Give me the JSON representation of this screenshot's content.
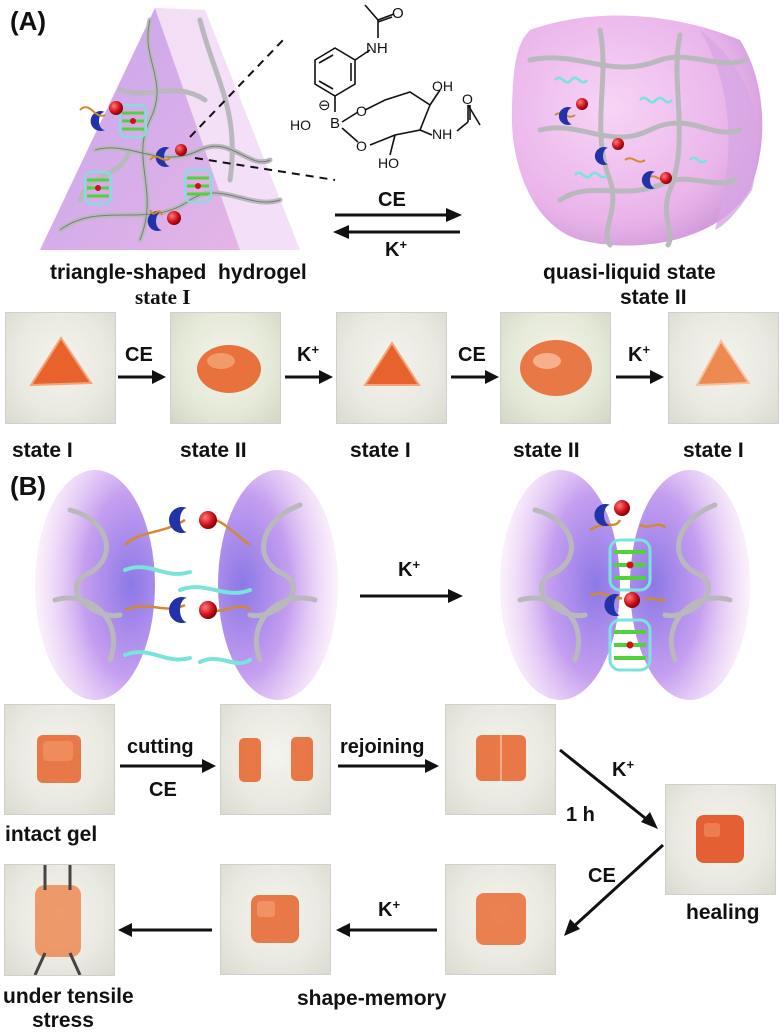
{
  "panel_a": {
    "letter": "(A)",
    "forward_reagent": "CE",
    "reverse_reagent": "K",
    "reverse_charge": "+",
    "left_caption_line1": "triangle-shaped  hydrogel",
    "left_caption_line2": "state I",
    "right_caption_line1": "quasi-liquid state",
    "right_caption_line2": "state II",
    "chem": {
      "carbonyl_o": "O",
      "nh_top": "NH",
      "boron": "B",
      "boron_charge": "⊖",
      "ho_left": "HO",
      "ring_o1": "O",
      "ring_o2": "O",
      "oh_top": "OH",
      "nh_right": "NH",
      "carbonyl_o2": "O",
      "oh_bottom": "HO"
    },
    "photo_row": {
      "states": [
        "state I",
        "state II",
        "state I",
        "state II",
        "state I"
      ],
      "arrows": [
        {
          "label": "CE",
          "charge": ""
        },
        {
          "label": "K",
          "charge": "+"
        },
        {
          "label": "CE",
          "charge": ""
        },
        {
          "label": "K",
          "charge": "+"
        }
      ]
    }
  },
  "panel_b": {
    "letter": "(B)",
    "reagent": "K",
    "reagent_charge": "+",
    "flow": {
      "cutting_label": "cutting",
      "cutting_reagent": "CE",
      "rejoining_label": "rejoining",
      "k_label": "K",
      "k_charge": "+",
      "time_label": "1 h",
      "ce_label": "CE",
      "k2_label": "K",
      "k2_charge": "+",
      "intact_caption": "intact gel",
      "healing_caption": "healing",
      "shape_memory_caption": "shape-memory",
      "tensile_caption_line1": "under tensile",
      "tensile_caption_line2": "stress"
    }
  },
  "colors": {
    "gel_orange": "#e8632b",
    "gel_light": "#f19a6a",
    "network_gray": "#b9b9bd",
    "hydrogel_pink": "#e7b4e6",
    "hydrogel_purple": "#b59ee6",
    "crown_blue": "#2233aa",
    "k_ion_red": "#d0101a",
    "linker_orange": "#d28a2f",
    "dna_cyan": "#79e3dc",
    "quadruplex_green": "#4fd23c"
  }
}
